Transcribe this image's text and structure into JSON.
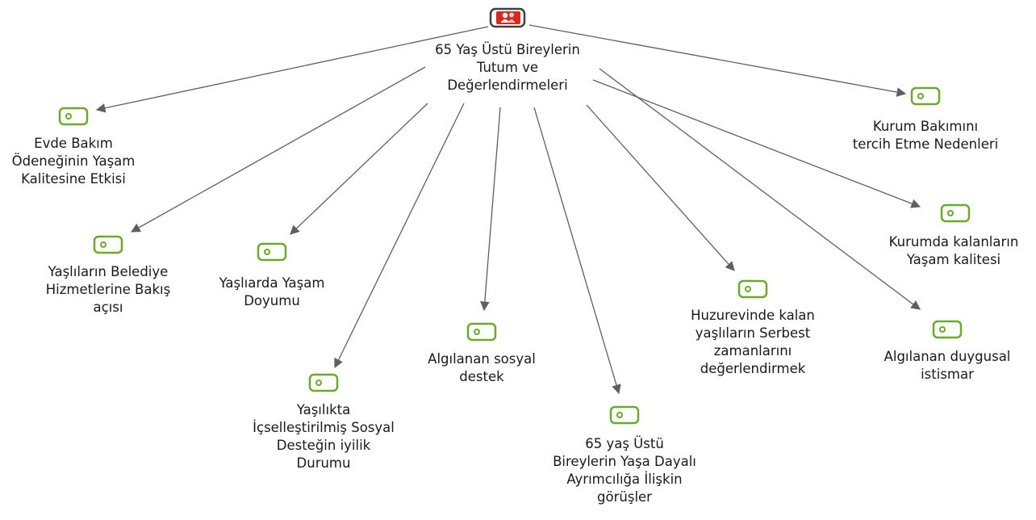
{
  "root": {
    "icon": "case-person-icon",
    "label_lines": [
      "65 Yaş Üstü Bireylerin",
      "Tutum ve",
      "Değerlendirmeleri"
    ]
  },
  "nodes": [
    {
      "id": "n1",
      "icon": "code-tag-icon",
      "label_lines": [
        "Evde Bakım",
        "Ödeneğinin Yaşam",
        "Kalitesine Etkisi"
      ]
    },
    {
      "id": "n2",
      "icon": "code-tag-icon",
      "label_lines": [
        "Yaşlıların Belediye",
        "Hizmetlerine Bakış",
        "açısı"
      ]
    },
    {
      "id": "n3",
      "icon": "code-tag-icon",
      "label_lines": [
        "Yaşlıarda Yaşam",
        "Doyumu"
      ]
    },
    {
      "id": "n4",
      "icon": "code-tag-icon",
      "label_lines": [
        "Yaşılıkta",
        "İçselleştirilmiş Sosyal",
        "Desteğin iyilik",
        "Durumu"
      ]
    },
    {
      "id": "n5",
      "icon": "code-tag-icon",
      "label_lines": [
        "Algılanan sosyal",
        "destek"
      ]
    },
    {
      "id": "n6",
      "icon": "code-tag-icon",
      "label_lines": [
        "65 yaş Üstü",
        "Bireylerin Yaşa Dayalı",
        "Ayrımcılığa İlişkin",
        "görüşler"
      ]
    },
    {
      "id": "n7",
      "icon": "code-tag-icon",
      "label_lines": [
        "Huzurevinde kalan",
        "yaşlıların Serbest",
        "zamanlarını",
        "değerlendirmek"
      ]
    },
    {
      "id": "n8",
      "icon": "code-tag-icon",
      "label_lines": [
        "Kurum Bakımını",
        "tercih Etme Nedenleri"
      ]
    },
    {
      "id": "n9",
      "icon": "code-tag-icon",
      "label_lines": [
        "Kurumda kalanların",
        "Yaşam kalitesi"
      ]
    },
    {
      "id": "n10",
      "icon": "code-tag-icon",
      "label_lines": [
        "Algılanan duygusal",
        "istismar"
      ]
    }
  ],
  "colors": {
    "root_icon_fill": "#d9281f",
    "root_icon_stroke": "#404040",
    "code_icon": "#6aaa2a",
    "arrow": "#5f5f5f",
    "text": "#1a1a1a"
  }
}
